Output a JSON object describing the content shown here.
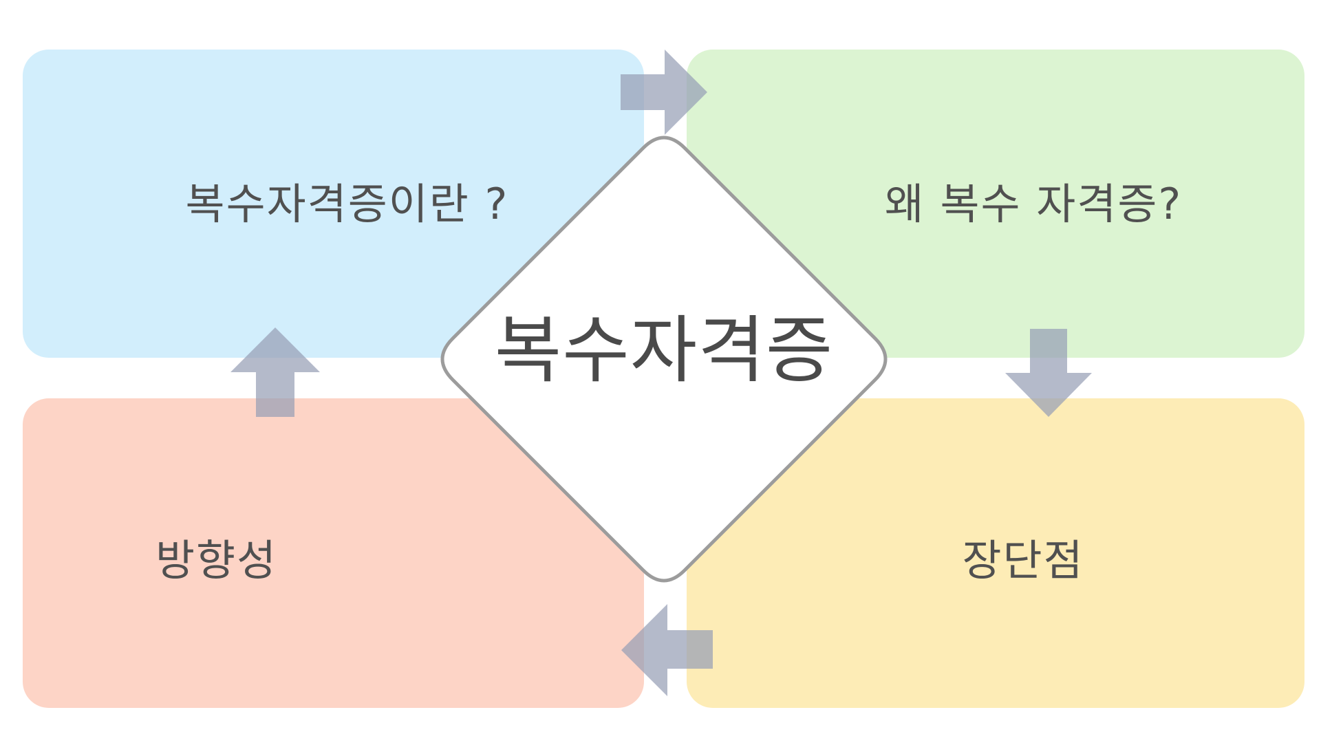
{
  "diagram": {
    "center": {
      "label": "복수자격증"
    },
    "boxes": {
      "top_left": {
        "label": "복수자격증이란 ?",
        "color": "#d2eefc"
      },
      "top_right": {
        "label": "왜 복수 자격증?",
        "color": "#dcf4d2"
      },
      "bottom_left": {
        "label": "방향성",
        "color": "#fdd4c6"
      },
      "bottom_right": {
        "label": "장단점",
        "color": "#fdecb6"
      }
    },
    "arrow_color": "#97a0b5",
    "diamond_border_color": "#9c9c9c"
  }
}
